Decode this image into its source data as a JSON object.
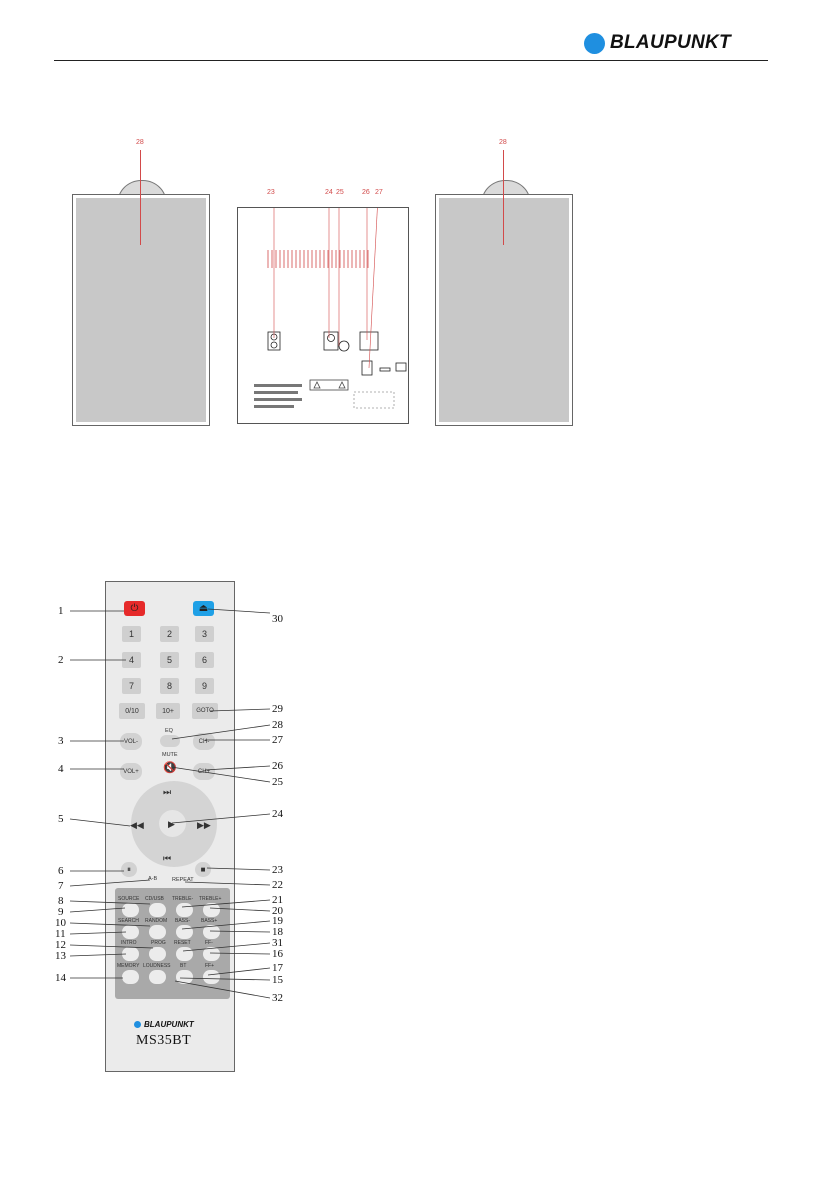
{
  "header": {
    "brand": "BLAUPUNKT"
  },
  "speakers": {
    "left_label": "28",
    "right_label": "28"
  },
  "rear_panel": {
    "callouts": [
      "23",
      "24",
      "25",
      "26",
      "27"
    ]
  },
  "remote": {
    "brand": "BLAUPUNKT",
    "model": "MS35BT",
    "power_icon": "power-icon",
    "eject_icon": "eject-icon",
    "digits": [
      "1",
      "2",
      "3",
      "4",
      "5",
      "6",
      "7",
      "8",
      "9",
      "0/10",
      "10+",
      "GOTO"
    ],
    "labels": {
      "eq": "EQ",
      "vol_minus": "VOL-",
      "ch_minus": "CH-",
      "mute": "MUTE",
      "vol_plus": "VOL+",
      "ch_plus": "CH+",
      "ab": "A-B",
      "repeat": "REPEAT"
    },
    "lower_buttons": [
      [
        "SOURCE",
        "CD/USB",
        "TREBLE-",
        "TREBLE+"
      ],
      [
        "SEARCH",
        "RANDOM",
        "BASS-",
        "BASS+"
      ],
      [
        "INTRO",
        "PROG",
        "RESET",
        "FF-"
      ],
      [
        "MEMORY",
        "LOUDNESS",
        "BT",
        "FF+"
      ]
    ],
    "callouts_left": [
      "1",
      "2",
      "3",
      "4",
      "5",
      "6",
      "7",
      "8",
      "9",
      "10",
      "11",
      "12",
      "13",
      "14"
    ],
    "callouts_right": [
      "30",
      "29",
      "28",
      "27",
      "26",
      "25",
      "24",
      "23",
      "22",
      "21",
      "20",
      "19",
      "18",
      "31",
      "16",
      "17",
      "15",
      "32"
    ]
  }
}
